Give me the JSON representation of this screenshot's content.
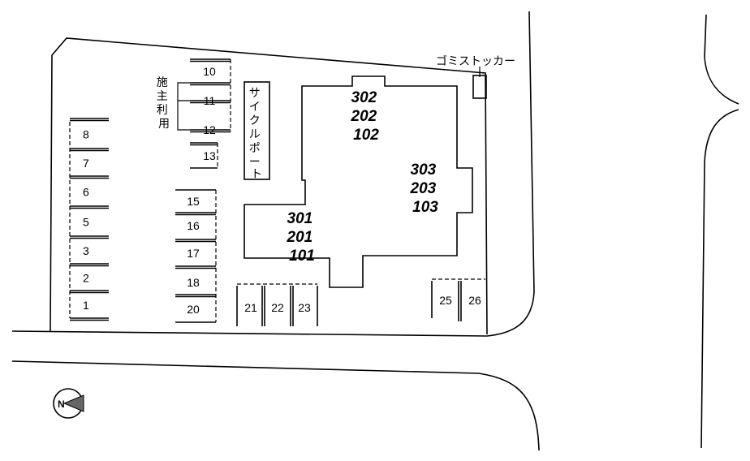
{
  "labels": {
    "bike_port": "サイクルポート",
    "garbage_stocker": "ゴミストッカー",
    "facility_use": "施主利用",
    "compass_n": "N"
  },
  "rooms": {
    "west": [
      "301",
      "201",
      "101"
    ],
    "north": [
      "302",
      "202",
      "102"
    ],
    "east": [
      "303",
      "203",
      "103"
    ]
  },
  "parking": {
    "left_column": [
      "8",
      "7",
      "6",
      "5",
      "3",
      "2",
      "1"
    ],
    "upper_group": [
      "10",
      "11",
      "12",
      "13"
    ],
    "middle_column": [
      "15",
      "16",
      "17",
      "18",
      "20"
    ],
    "bottom_row": [
      "21",
      "22",
      "23"
    ],
    "right_pair": [
      "25",
      "26"
    ]
  }
}
